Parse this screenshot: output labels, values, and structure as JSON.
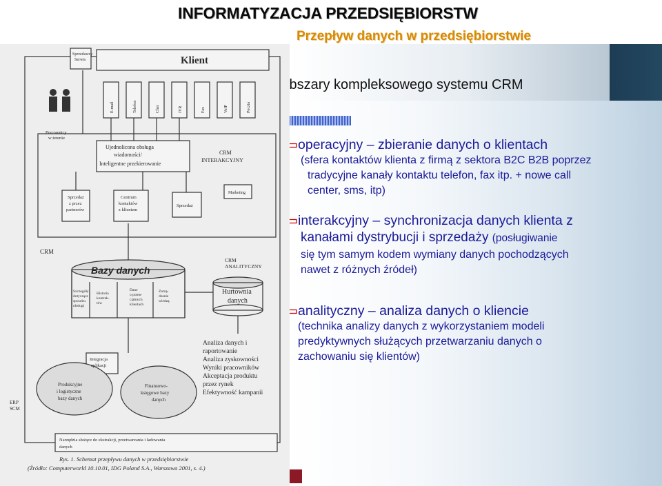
{
  "header": {
    "title": "INFORMATYZACJA PRZEDSIĘBIORSTW",
    "subtitle": "Przepływ danych w przedsiębiorstwie"
  },
  "section_title": "Obszary kompleksowego systemu CRM",
  "bullets": [
    {
      "head": "operacyjny – zbieranie danych o klientach",
      "body": [
        "(sfera kontaktów klienta z firmą z sektora B2C B2B poprzez",
        "tradycyjne kanały kontaktu telefon, fax itp. + nowe call",
        "center, sms, itp)"
      ]
    },
    {
      "head": "interakcyjny – synchronizacja danych klienta z",
      "body_big": "kanałami dystrybucji i sprzedaży",
      "body_small": "(posługiwanie",
      "body": [
        "się tym samym kodem wymiany danych pochodzących",
        "nawet z różnych źródeł)"
      ]
    },
    {
      "head": "analityczny – analiza danych o kliencie",
      "body": [
        "(technika analizy danych z wykorzystaniem modeli",
        "predyktywnych służących przetwarzaniu danych o",
        "zachowaniu się klientów)"
      ]
    }
  ],
  "diagram": {
    "klient": "Klient",
    "sprzedawcy": [
      "Sprzedawcy",
      "Serwis"
    ],
    "channels": [
      "E-mail",
      "Telefon",
      "Chat",
      "IVR",
      "Fax",
      "VoIP",
      "Poczta"
    ],
    "pracownicy": [
      "Pracownicy",
      "w terenie"
    ],
    "ujednolicona": [
      "Ujednolicona obsługa",
      "wiadomości/",
      "Inteligentne przekierowanie"
    ],
    "crm_interakcyjny": [
      "CRM",
      "INTERAKCYJNY"
    ],
    "sprzedaz_partnerow": [
      "Sprzedaż",
      "z przez",
      "partnerów"
    ],
    "centrum": [
      "Centrum",
      "kontaktów",
      "z klientem"
    ],
    "sprzedaz": "Sprzedaż",
    "marketing": "Marketing",
    "crm": "CRM",
    "crm_analityczny": [
      "CRM",
      "ANALITYCZNY"
    ],
    "bazy": "Bazy danych",
    "bazy_cols": [
      [
        "Szczegóły",
        "dotyczące",
        "sposobu",
        "obsługi"
      ],
      [
        "Historia",
        "kontrak-",
        "tów"
      ],
      [
        "Dane",
        "o poten-",
        "cjalnych",
        "klientach"
      ],
      [
        "Zarzą-",
        "dzanie",
        "wiedzą"
      ]
    ],
    "hurtownia": [
      "Hurtownia",
      "danych"
    ],
    "analiza_list": [
      "Analiza danych i",
      "raportowanie",
      "Analiza zyskowności",
      "Wyniki pracowników",
      "Akceptacja produktu",
      "przez rynek",
      "Efektywność kampanii"
    ],
    "integracja": [
      "Integracja",
      "aplikacji"
    ],
    "produkcyjne": [
      "Produkcyjne",
      "i logistyczne",
      "bazy danych"
    ],
    "finansowo": [
      "Finansowo-",
      "księgowe bazy",
      "danych"
    ],
    "erp": [
      "ERP",
      "SCM"
    ],
    "narzedzia": [
      "Narzędzia służące do ekstrakcji, przetwarzania i ładowania",
      "danych"
    ],
    "caption": [
      "Rys. 1. Schemat przepływu danych w przedsiębiorstwie",
      "(Źródło: Computerworld 10.10.01, IDG Poland S.A., Warszawa 2001, s. 4.)"
    ]
  },
  "colors": {
    "heading_blue": "#1a1a99",
    "subtitle_orange": "#d98a00",
    "arrow_red": "#cc0000"
  }
}
